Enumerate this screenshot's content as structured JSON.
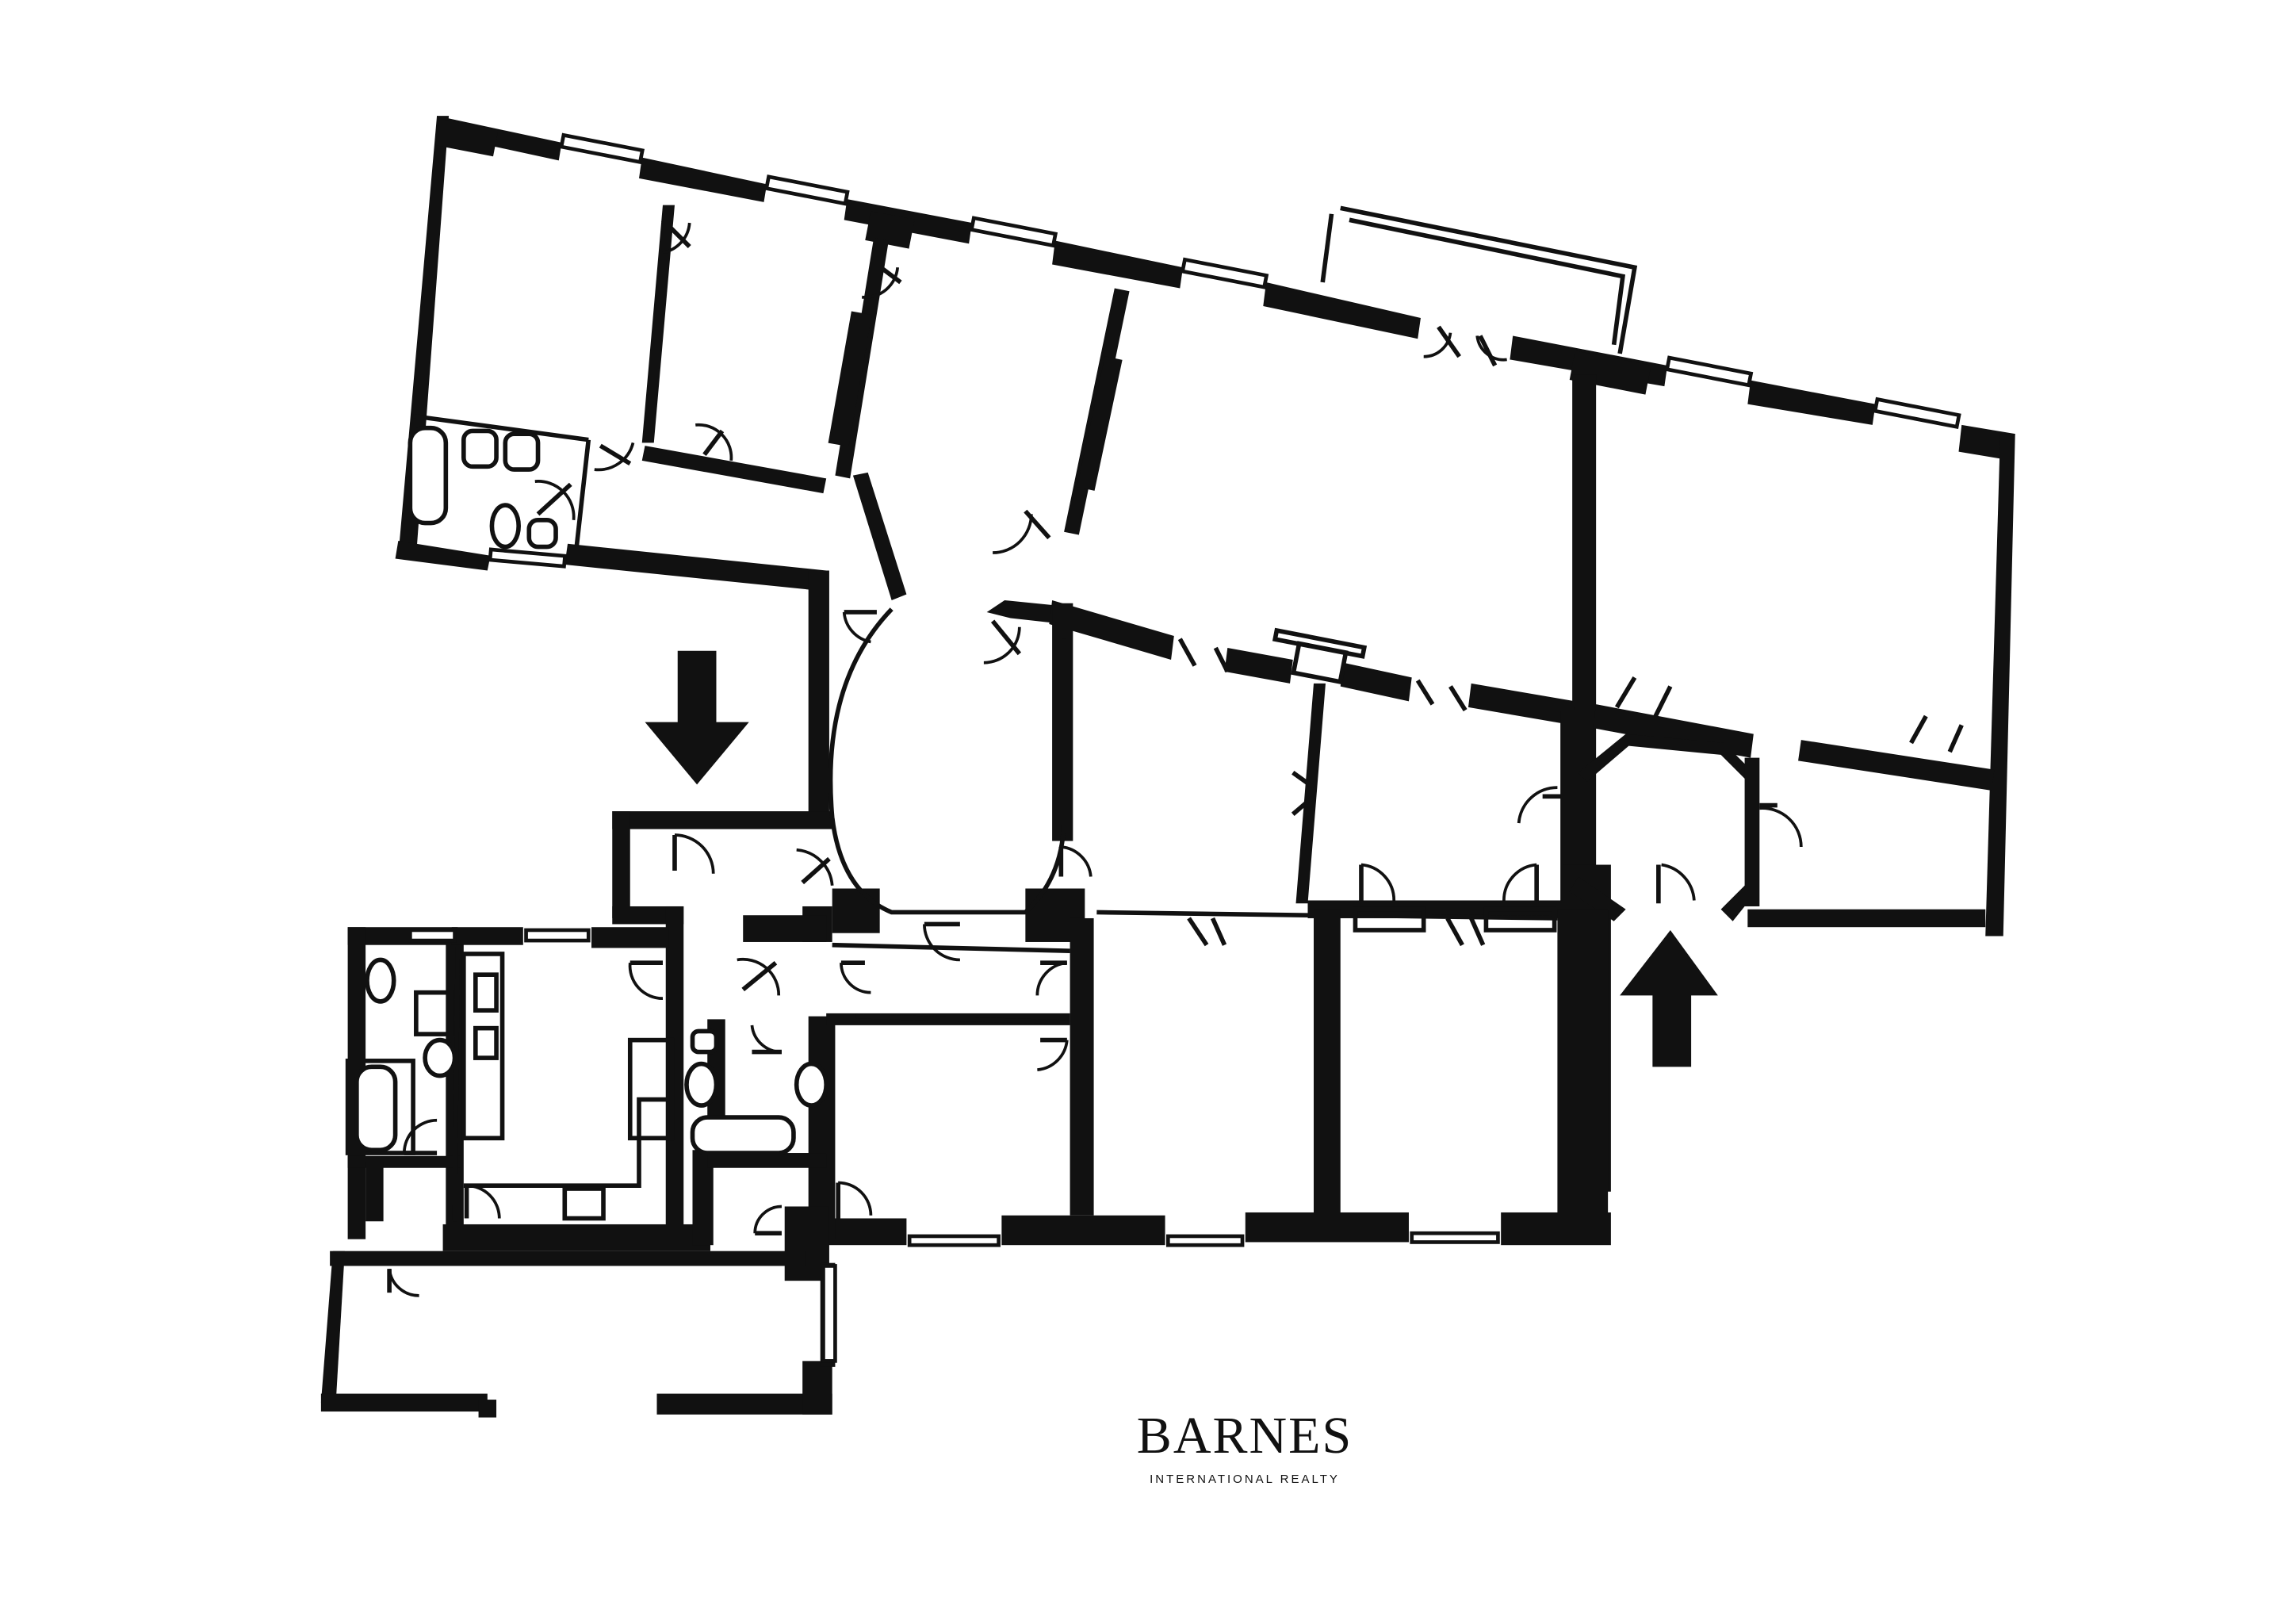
{
  "logo": {
    "name": "BARNES",
    "subtitle": "INTERNATIONAL REALTY"
  },
  "plan": {
    "entrance_arrows": [
      "arrow-down",
      "arrow-up"
    ],
    "wall_color": "#111111",
    "background_color": "#ffffff"
  }
}
